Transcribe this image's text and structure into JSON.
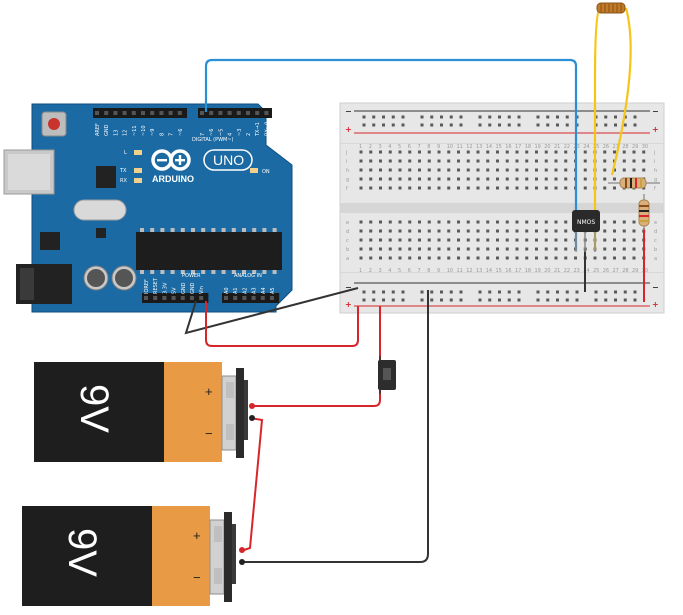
{
  "arduino": {
    "brand": "ARDUINO",
    "model": "UNO",
    "digital_header_label": "DIGITAL (PWM~)",
    "power_label": "POWER",
    "analog_label": "ANALOG IN",
    "on_label": "ON",
    "led_labels": [
      "L",
      "TX",
      "RX"
    ],
    "digital_pins": [
      "AREF",
      "GND",
      "13",
      "12",
      "~11",
      "~10",
      "~9",
      "8",
      "7",
      "~6",
      "~5",
      "4",
      "~3",
      "2",
      "TX→1",
      "RX←0"
    ],
    "power_pins": [
      "IOREF",
      "RESET",
      "3.3V",
      "5V",
      "GND",
      "GND",
      "Vin"
    ],
    "analog_pins": [
      "A0",
      "A1",
      "A2",
      "A3",
      "A4",
      "A5"
    ]
  },
  "breadboard": {
    "row_letters_top": [
      "j",
      "i",
      "h",
      "g",
      "f"
    ],
    "row_letters_bottom": [
      "e",
      "d",
      "c",
      "b",
      "a"
    ],
    "column_numbers": [
      "1",
      "2",
      "3",
      "4",
      "5",
      "6",
      "7",
      "8",
      "9",
      "10",
      "11",
      "12",
      "13",
      "14",
      "15",
      "16",
      "17",
      "18",
      "19",
      "20",
      "21",
      "22",
      "23",
      "24",
      "25",
      "26",
      "27",
      "28",
      "29",
      "30"
    ],
    "rail_minus": "−",
    "rail_plus": "+"
  },
  "transistor": {
    "label": "NMOS"
  },
  "batteries": [
    {
      "label": "9V",
      "plus": "+",
      "minus": "−"
    },
    {
      "label": "9V",
      "plus": "+",
      "minus": "−"
    }
  ],
  "colors": {
    "board_blue": "#1b6aa3",
    "breadboard": "#e7e7e7",
    "wire_red": "#d7262b",
    "wire_black": "#333333",
    "wire_blue": "#2b8fd4",
    "wire_yellow": "#f5c518",
    "battery_orange": "#e99a44"
  },
  "icons": [
    "usb-connector-icon",
    "dc-jack-icon",
    "reset-button-icon",
    "infinity-logo-icon",
    "switch-icon",
    "resistor-icon",
    "coil-icon"
  ]
}
